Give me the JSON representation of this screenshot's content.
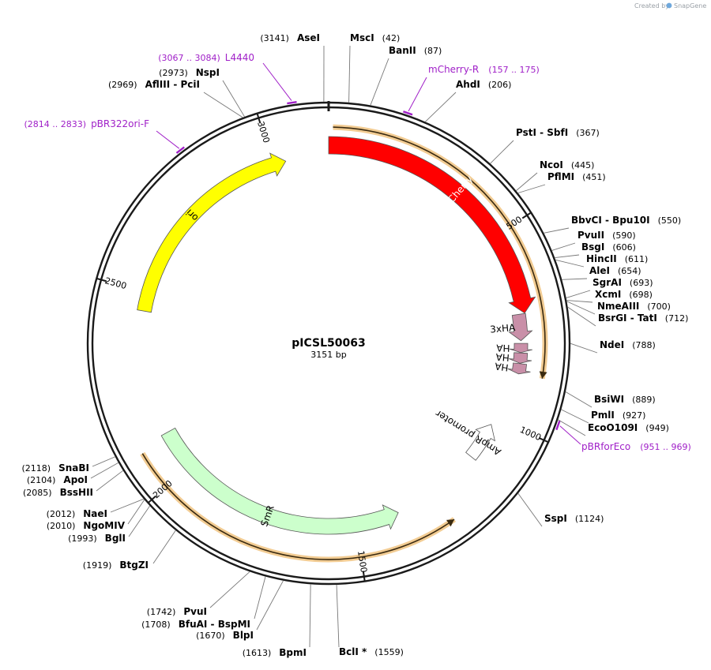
{
  "title": "pICSL50063",
  "subtitle": "3151 bp",
  "credit": {
    "prefix": "Created by",
    "brand": "SnapGene"
  },
  "total_bp": 3151,
  "ticks": [
    "500",
    "1000",
    "1500",
    "2000",
    "2500",
    "3000"
  ],
  "features": [
    {
      "name": "mCherry",
      "start": 0,
      "end": 711,
      "strand": 1,
      "color": "#ff0000",
      "label_color": "#ffffff"
    },
    {
      "name": "3xHA",
      "start": 712,
      "end": 781,
      "strand": 1,
      "color": "#c98fa8",
      "label_color": "#000000"
    },
    {
      "name": "HA",
      "start": 788,
      "end": 812,
      "strand": 1,
      "color": "#c98fa8",
      "label_color": "#000000"
    },
    {
      "name": "HA",
      "start": 813,
      "end": 840,
      "strand": 1,
      "color": "#c98fa8",
      "label_color": "#000000"
    },
    {
      "name": "HA",
      "start": 841,
      "end": 868,
      "strand": 1,
      "color": "#c98fa8",
      "label_color": "#000000"
    },
    {
      "name": "AmpR promoter",
      "start": 1020,
      "end": 1125,
      "strand": -1,
      "color": "#ffffff",
      "label_color": "#000000"
    },
    {
      "name": "SmR",
      "start": 1380,
      "end": 2110,
      "strand": -1,
      "color": "#ccffcc",
      "label_color": "#000000"
    },
    {
      "name": "ori",
      "start": 2450,
      "end": 3035,
      "strand": 1,
      "color": "#ffff00",
      "label_color": "#000000"
    }
  ],
  "orfs": [
    {
      "start": 10,
      "end": 870,
      "strand": 1,
      "color": "#e8a33a"
    },
    {
      "start": 1265,
      "end": 2095,
      "strand": -1,
      "color": "#e8a33a"
    }
  ],
  "enzymes": [
    {
      "name": "MscI",
      "pos": "42",
      "bp": 42
    },
    {
      "name": "BanII",
      "pos": "87",
      "bp": 87
    },
    {
      "name": "AhdI",
      "pos": "206",
      "bp": 206
    },
    {
      "name": "PstI  -  SbfI",
      "pos": "367",
      "bp": 367
    },
    {
      "name": "NcoI",
      "pos": "445",
      "bp": 445
    },
    {
      "name": "PflMI",
      "pos": "451",
      "bp": 451
    },
    {
      "name": "BbvCI  -  Bpu10I",
      "pos": "550",
      "bp": 550
    },
    {
      "name": "PvuII",
      "pos": "590",
      "bp": 590
    },
    {
      "name": "BsgI",
      "pos": "606",
      "bp": 606
    },
    {
      "name": "HincII",
      "pos": "611",
      "bp": 611
    },
    {
      "name": "AleI",
      "pos": "654",
      "bp": 654
    },
    {
      "name": "SgrAI",
      "pos": "693",
      "bp": 693
    },
    {
      "name": "XcmI",
      "pos": "698",
      "bp": 698
    },
    {
      "name": "NmeAIII",
      "pos": "700",
      "bp": 700
    },
    {
      "name": "BsrGI  -  TatI",
      "pos": "712",
      "bp": 712
    },
    {
      "name": "NdeI",
      "pos": "788",
      "bp": 788
    },
    {
      "name": "BsiWI",
      "pos": "889",
      "bp": 889
    },
    {
      "name": "PmlI",
      "pos": "927",
      "bp": 927
    },
    {
      "name": "EcoO109I",
      "pos": "949",
      "bp": 949
    },
    {
      "name": "SspI",
      "pos": "1124",
      "bp": 1124
    },
    {
      "name": "BclI *",
      "pos": "1559",
      "bp": 1559
    },
    {
      "name": "BpmI",
      "pos": "1613",
      "bp": 1613
    },
    {
      "name": "BlpI",
      "pos": "1670",
      "bp": 1670
    },
    {
      "name": "BfuAI  -  BspMI",
      "pos": "1708",
      "bp": 1708
    },
    {
      "name": "PvuI",
      "pos": "1742",
      "bp": 1742
    },
    {
      "name": "BtgZI",
      "pos": "1919",
      "bp": 1919
    },
    {
      "name": "BglI",
      "pos": "1993",
      "bp": 1993
    },
    {
      "name": "NgoMIV",
      "pos": "2010",
      "bp": 2010
    },
    {
      "name": "NaeI",
      "pos": "2012",
      "bp": 2012
    },
    {
      "name": "BssHII",
      "pos": "2085",
      "bp": 2085
    },
    {
      "name": "ApoI",
      "pos": "2104",
      "bp": 2104
    },
    {
      "name": "SnaBI",
      "pos": "2118",
      "bp": 2118
    },
    {
      "name": "AflIII  -  PciI",
      "pos": "2969",
      "bp": 2969
    },
    {
      "name": "NspI",
      "pos": "2973",
      "bp": 2973
    },
    {
      "name": "AseI",
      "pos": "3141",
      "bp": 3141
    }
  ],
  "primers": [
    {
      "name": "mCherry-R",
      "range": "157 .. 175",
      "bp": 166,
      "strand": -1
    },
    {
      "name": "pBRforEco",
      "range": "951 .. 969",
      "bp": 960,
      "strand": 1
    },
    {
      "name": "pBR322ori-F",
      "range": "2814 .. 2833",
      "bp": 2823,
      "strand": 1
    },
    {
      "name": "L4440",
      "range": "3067 .. 3084",
      "bp": 3075,
      "strand": 1
    }
  ],
  "colors": {
    "backbone": "#1a1a1a",
    "primer": "#a020c8",
    "orf": "#e8a33a",
    "snapgene": "#6fa8dc"
  }
}
